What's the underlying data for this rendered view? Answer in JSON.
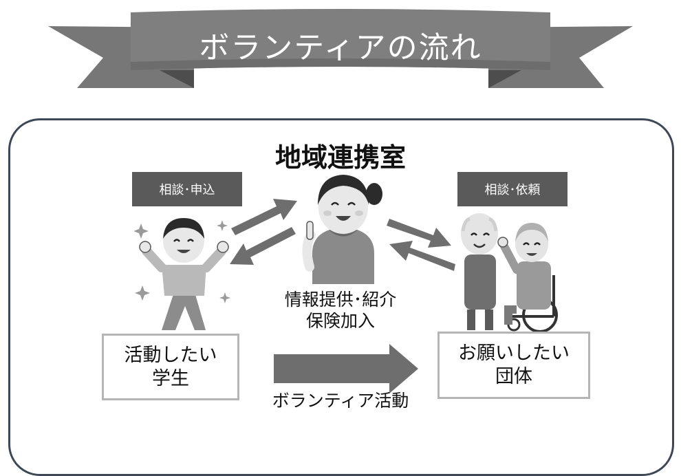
{
  "banner": {
    "title": "ボランティアの流れ"
  },
  "hub": {
    "title": "地域連携室"
  },
  "badges": {
    "left": "相談･申込",
    "right": "相談･依頼"
  },
  "student": {
    "line1": "活動したい",
    "line2": "学生"
  },
  "group": {
    "line1": "お願いしたい",
    "line2": "団体"
  },
  "center_caption": {
    "line1": "情報提供･紹介",
    "line2": "保険加入"
  },
  "bottom_caption": "ボランティア活動",
  "colors": {
    "ribbon": "#7a7a7a",
    "ribbon_shadow": "#555555",
    "frame": "#3e4756",
    "arrow": "#6e6e6e",
    "badge": "#5a5a5a",
    "box_border": "#b5b5b5"
  },
  "icons": [
    "ribbon-banner",
    "staff-person-illustration",
    "student-illustration",
    "elderly-couple-illustration",
    "sparkle-icon",
    "arrow"
  ]
}
